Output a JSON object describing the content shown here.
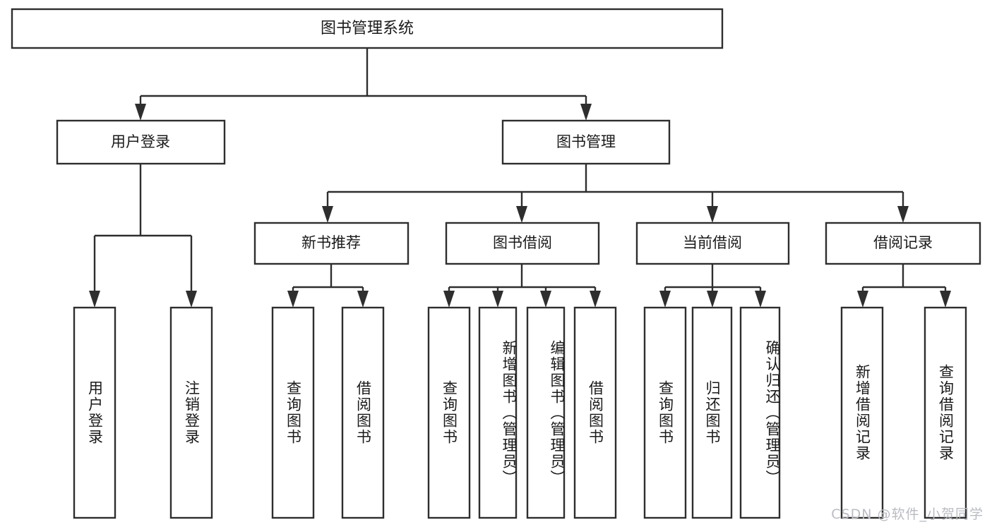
{
  "diagram": {
    "type": "tree",
    "title": "图书管理系统",
    "orientation": "top-down",
    "colors": {
      "background": "#ffffff",
      "box_stroke": "#2e2e2e",
      "box_fill": "#ffffff",
      "text": "#1a1a1a",
      "watermark": "#b9bcc2"
    },
    "root": {
      "label": "图书管理系统"
    },
    "level2": [
      {
        "label": "用户登录"
      },
      {
        "label": "图书管理"
      }
    ],
    "level3": [
      {
        "label": "新书推荐"
      },
      {
        "label": "图书借阅"
      },
      {
        "label": "当前借阅"
      },
      {
        "label": "借阅记录"
      }
    ],
    "leaves": {
      "user_login": [
        {
          "label": "用户登录"
        },
        {
          "label": "注销登录"
        }
      ],
      "new_book_recommend": [
        {
          "label": "查询图书"
        },
        {
          "label": "借阅图书"
        }
      ],
      "book_borrow": [
        {
          "label": "查询图书"
        },
        {
          "label": "新增图书（管理员）"
        },
        {
          "label": "编辑图书（管理员）"
        },
        {
          "label": "借阅图书"
        }
      ],
      "current_borrow": [
        {
          "label": "查询图书"
        },
        {
          "label": "归还图书"
        },
        {
          "label": "确认归还（管理员）"
        }
      ],
      "borrow_record": [
        {
          "label": "新增借阅记录"
        },
        {
          "label": "查询借阅记录"
        }
      ]
    },
    "watermark": "CSDN @软件_小贺同学"
  }
}
